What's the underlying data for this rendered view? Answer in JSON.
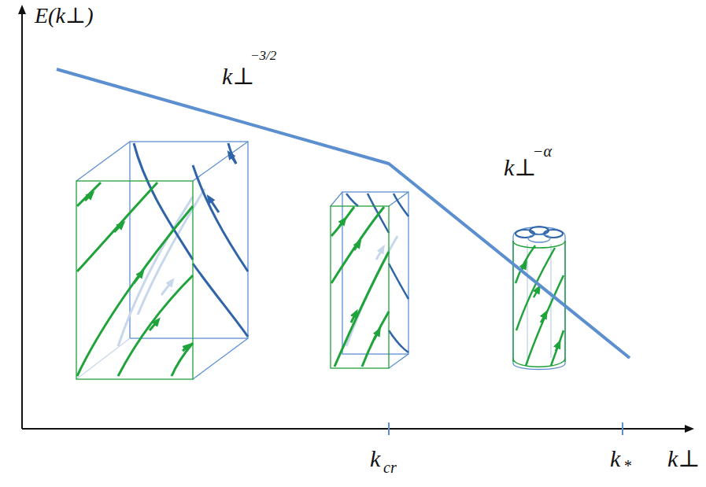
{
  "diagram": {
    "labels": [
      "E(k⊥)",
      "k⊥",
      "−3/2",
      "k⊥",
      "−α",
      "k",
      "cr",
      "k",
      "*",
      "k⊥"
    ]
  }
}
